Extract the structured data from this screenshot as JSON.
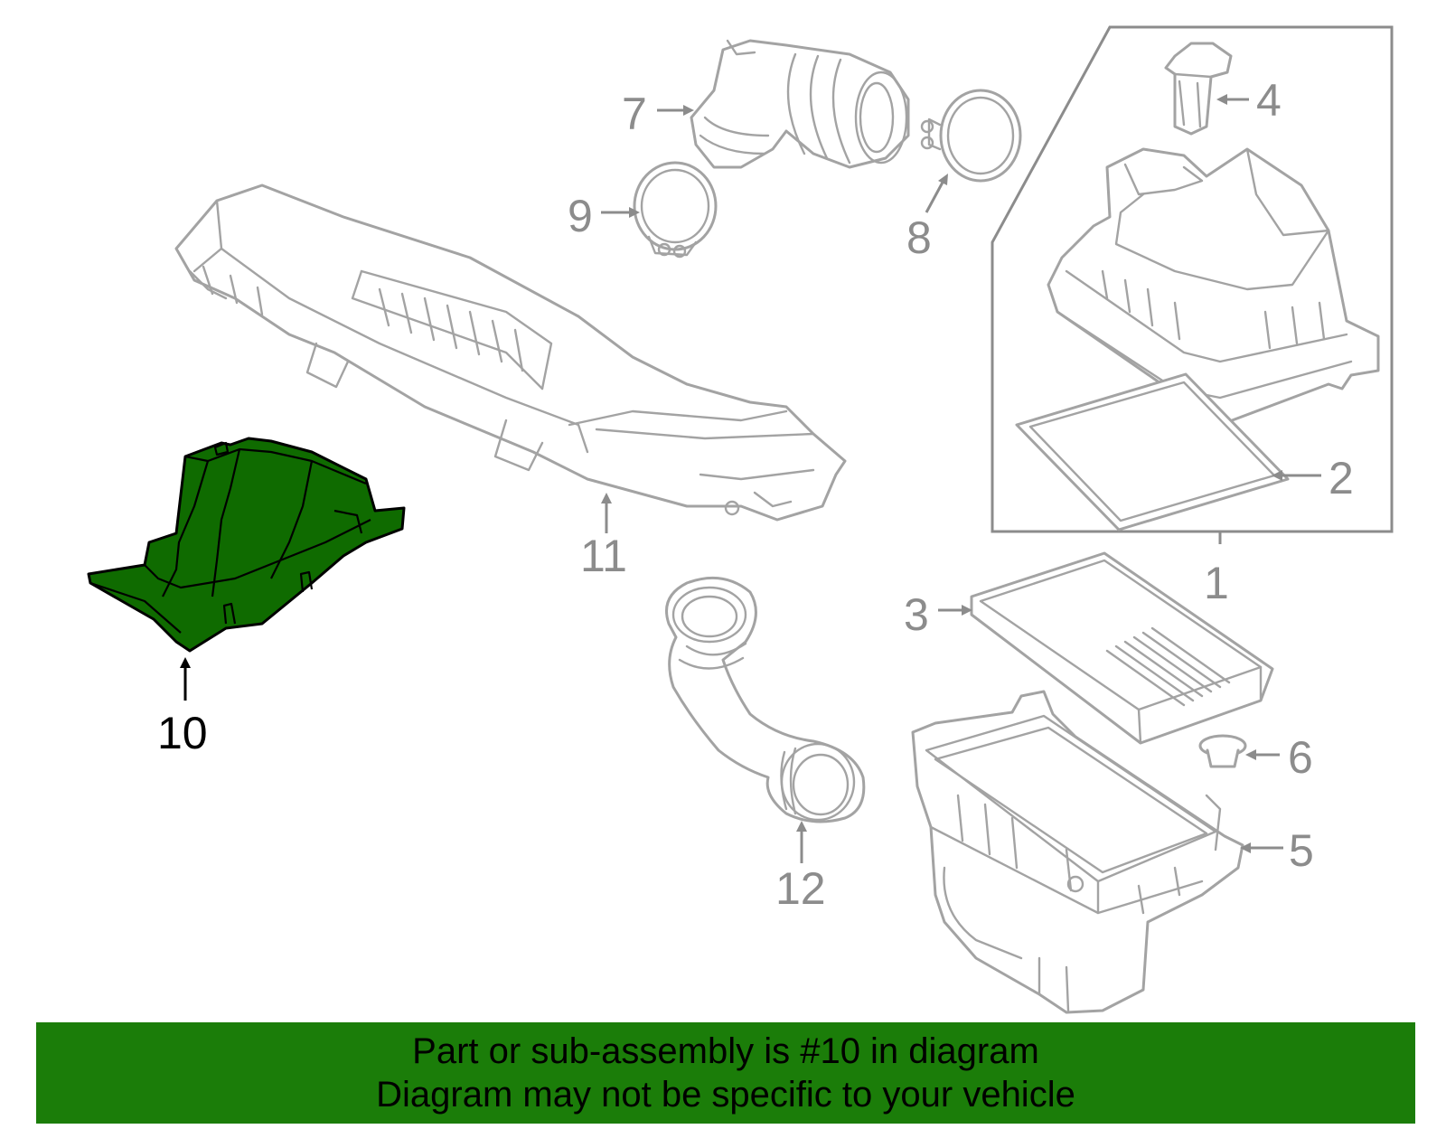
{
  "diagram": {
    "highlight_color": "#0f6b00",
    "banner_color": "#1b7d09",
    "callouts": [
      "1",
      "2",
      "3",
      "4",
      "5",
      "6",
      "7",
      "8",
      "9",
      "10",
      "11",
      "12"
    ],
    "highlighted_callout": "10"
  },
  "banner": {
    "line1": "Part or sub-assembly is #10 in diagram",
    "line2": "Diagram may not be specific to your vehicle"
  }
}
